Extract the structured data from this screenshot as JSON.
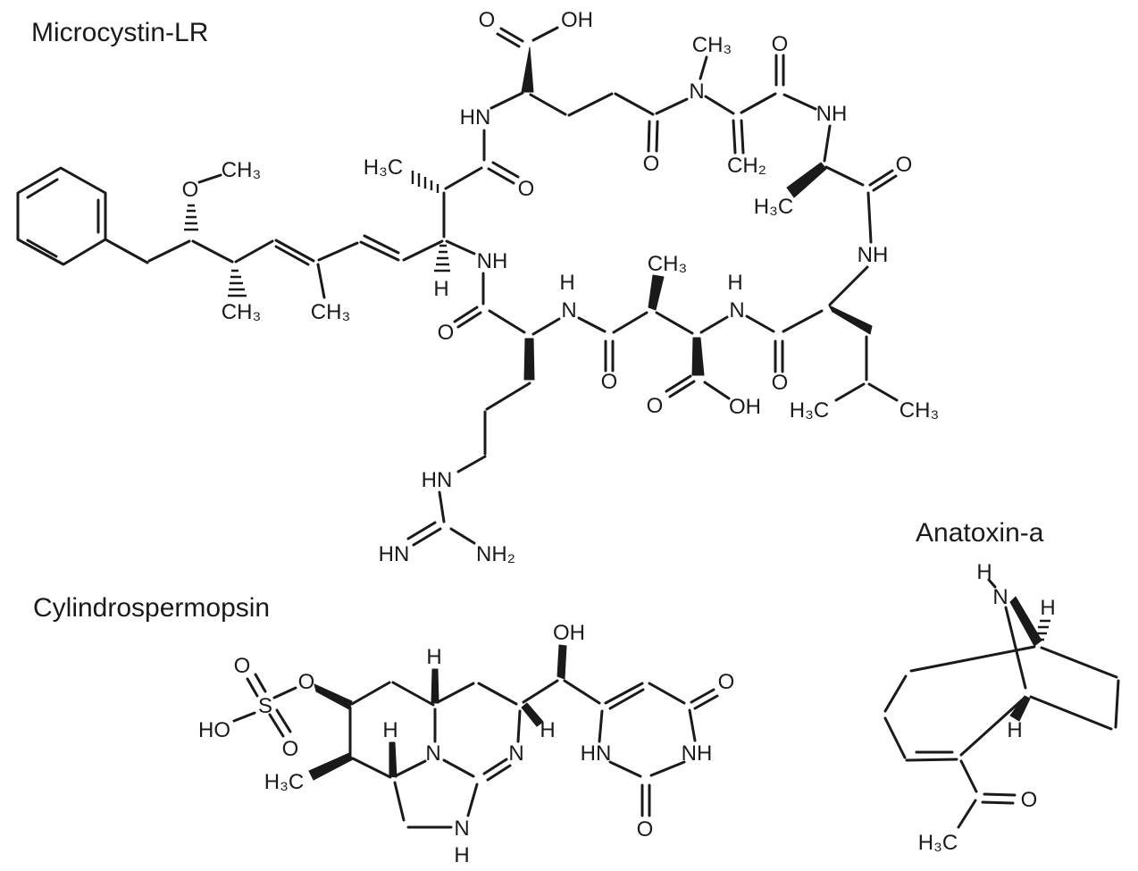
{
  "colors": {
    "ink": "#1a1a1a",
    "background": "#ffffff"
  },
  "molecules": {
    "microcystin_lr": {
      "title": "Microcystin-LR",
      "labels": {
        "glu_acid_o": "O",
        "glu_acid_oh": "OH",
        "n_methyl_ch3": "CH₃",
        "mdha_carbonyl_o": "O",
        "adda_amide_hn": "HN",
        "n_methyl_n": "N",
        "mdha_ala_nh": "NH",
        "glu_amide_o": "O",
        "mdha_ch2": "CH₂",
        "adda_c2_h3c": "H₃C",
        "adda_methoxy_o": "O",
        "adda_methoxy_ch3": "CH₃",
        "adda_c1_o": "O",
        "ala_h3c": "H₃C",
        "ala_carbonyl_o": "O",
        "adda_c8_ch3": "CH₃",
        "adda_c6_ch3": "CH₃",
        "adda_c3_h": "H",
        "adda_nh": "NH",
        "ala_leu_nh": "NH",
        "masp_ch3": "CH₃",
        "masp_nh_h": "H",
        "masp_nh_n": "N",
        "leu_nh_h": "H",
        "leu_nh_n": "N",
        "arg_carbonyl_o": "O",
        "masp_carbonyl_o": "O",
        "leu_carbonyl_o": "O",
        "masp_acid_o": "O",
        "masp_acid_oh": "OH",
        "leu_h3c": "H₃C",
        "leu_ch3": "CH₃",
        "arg_hn": "HN",
        "gua_hn": "HN",
        "gua_nh2": "NH₂"
      }
    },
    "cylindrospermopsin": {
      "title": "Cylindrospermopsin",
      "labels": {
        "sulfate_o_top": "O",
        "sulfate_s": "S",
        "sulfate_o_link": "O",
        "sulfate_ho": "HO",
        "sulfate_o_bottom": "O",
        "c12_h3c": "H₃C",
        "stereo_h_top": "H",
        "stereo_h_left": "H",
        "ring_n": "N",
        "imine_n": "N",
        "stereo_h_right": "H",
        "chain_oh": "OH",
        "pyrrolidine_n": "N",
        "pyrrolidine_h": "H",
        "uracil_hn": "HN",
        "uracil_nh": "NH",
        "uracil_o_right": "O",
        "uracil_o_bottom": "O"
      }
    },
    "anatoxin_a": {
      "title": "Anatoxin-a",
      "labels": {
        "bridge_h": "H",
        "bridge_n": "N",
        "stereo_h_top": "H",
        "stereo_h_bottom": "H",
        "ketone_o": "O",
        "acetyl_h3c": "H₃C"
      }
    }
  }
}
